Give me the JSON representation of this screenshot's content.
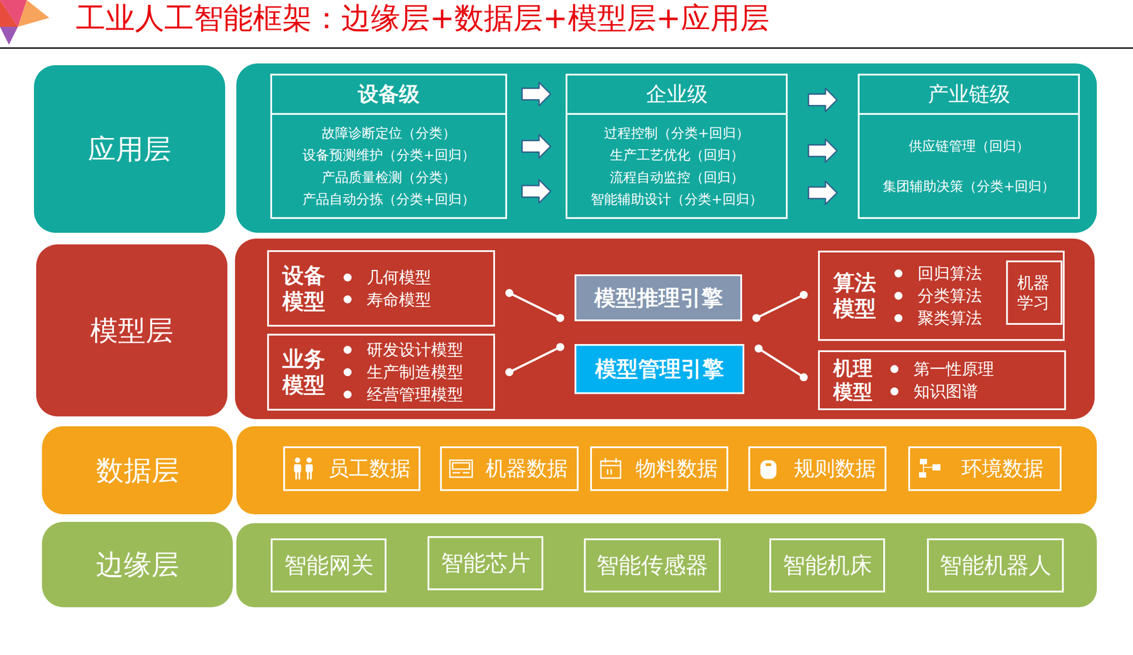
{
  "diagram": {
    "title": "工业人工智能框架：边缘层+数据层+模型层+应用层",
    "nodes": [
      {
        "text": [
          "应用层"
        ]
      },
      {
        "text": [
          "设备级",
          "故障诊断定位（分类）",
          "设备预测维护（分类+回归）",
          "产品质量检测（分类）",
          "产品自动分拣（分类+回归）"
        ]
      },
      {
        "text": [
          "企业级",
          "过程控制（分类+回归）",
          "生产工艺优化（回归）",
          "流程自动监控（回归）",
          "智能辅助设计（分类+回归）"
        ]
      },
      {
        "text": [
          "产业链级",
          "供应链管理（回归）",
          "集团辅助决策（分类+回归）"
        ]
      },
      {
        "text": [
          "模型层"
        ]
      },
      {
        "text": [
          "设备 模型",
          "几何模型",
          "寿命模型"
        ]
      },
      {
        "text": [
          "模型推理引擎"
        ]
      },
      {
        "text": [
          "算法 模型",
          "回归算法",
          "分类算法",
          "聚类算法"
        ]
      },
      {
        "text": [
          "机器 学习"
        ],
        "in": 7
      },
      {
        "text": [
          "业务 模型",
          "研发设计模型",
          "生产制造模型",
          "经营管理模型"
        ]
      },
      {
        "text": [
          "模型管理引擎"
        ]
      },
      {
        "text": [
          "机理 模型",
          "第一性原理",
          "知识图谱"
        ]
      },
      {
        "text": [
          "数据层"
        ]
      },
      {
        "text": [
          "员工数据"
        ]
      },
      {
        "text": [
          "机器数据"
        ]
      },
      {
        "text": [
          "物料数据"
        ]
      },
      {
        "text": [
          "规则数据"
        ]
      },
      {
        "text": [
          "环境数据"
        ]
      },
      {
        "text": [
          "边缘层"
        ]
      },
      {
        "text": [
          "智能网关"
        ]
      },
      {
        "text": [
          "智能芯片"
        ]
      },
      {
        "text": [
          "智能传感器"
        ]
      },
      {
        "text": [
          "智能机床"
        ]
      },
      {
        "text": [
          "智能机器人"
        ]
      }
    ],
    "edges": [
      {
        "from": 1,
        "to": 2,
        "arrow": "to"
      },
      {
        "from": 1,
        "to": 2,
        "arrow": "to"
      },
      {
        "from": 1,
        "to": 2,
        "arrow": "to"
      },
      {
        "from": 2,
        "to": 3,
        "arrow": "to"
      },
      {
        "from": 2,
        "to": 3,
        "arrow": "to"
      },
      {
        "from": 2,
        "to": 3,
        "arrow": "to"
      },
      {
        "from": 5,
        "to": 6,
        "arrow": "none"
      },
      {
        "from": 9,
        "to": 10,
        "arrow": "none"
      },
      {
        "from": 6,
        "to": 7,
        "arrow": "none"
      },
      {
        "from": 10,
        "to": 11,
        "arrow": "none"
      }
    ]
  }
}
